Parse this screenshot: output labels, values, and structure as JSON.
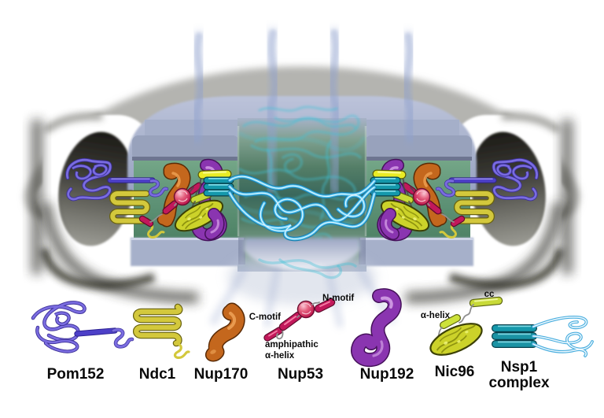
{
  "legend": {
    "items": [
      {
        "id": "pom152",
        "label": "Pom152"
      },
      {
        "id": "ndc1",
        "label": "Ndc1"
      },
      {
        "id": "nup170",
        "label": "Nup170"
      },
      {
        "id": "nup53",
        "label": "Nup53",
        "annotations": {
          "c_motif": "C-motif",
          "n_motif": "N-motif",
          "amphipathic_line1": "amphipathic",
          "amphipathic_line2": "α-helix"
        }
      },
      {
        "id": "nup192",
        "label": "Nup192"
      },
      {
        "id": "nic96",
        "label": "Nic96",
        "annotations": {
          "cc": "cc",
          "alpha_helix": "α-helix"
        }
      },
      {
        "id": "nsp1_complex",
        "label_line1": "Nsp1",
        "label_line2": "complex"
      }
    ]
  },
  "colors": {
    "pom152_purple": "#7a6ce0",
    "pom152_rod": "#4d40c8",
    "ndc1_yellow": "#d3c83c",
    "nup170_orange": "#c4671d",
    "nup53_crimson": "#c2185b",
    "nup53_sphere_red": "#d84868",
    "nup192_purple": "#8a35b0",
    "nic96_yellow_green": "#ccd22a",
    "nic96_helix_chartreuse": "#c8da38",
    "nsp1_teal": "#1598ab",
    "nsp1_filament_blue": "#54c7f3",
    "pore_membrane_green": "#669b7d",
    "scaffold_periwinkle": "#aab4ce",
    "nuclear_envelope_gray": "#b4b4b0",
    "lumen_dark_gray": "#34332e",
    "fg_mesh_cyan": "#41c2d8"
  }
}
